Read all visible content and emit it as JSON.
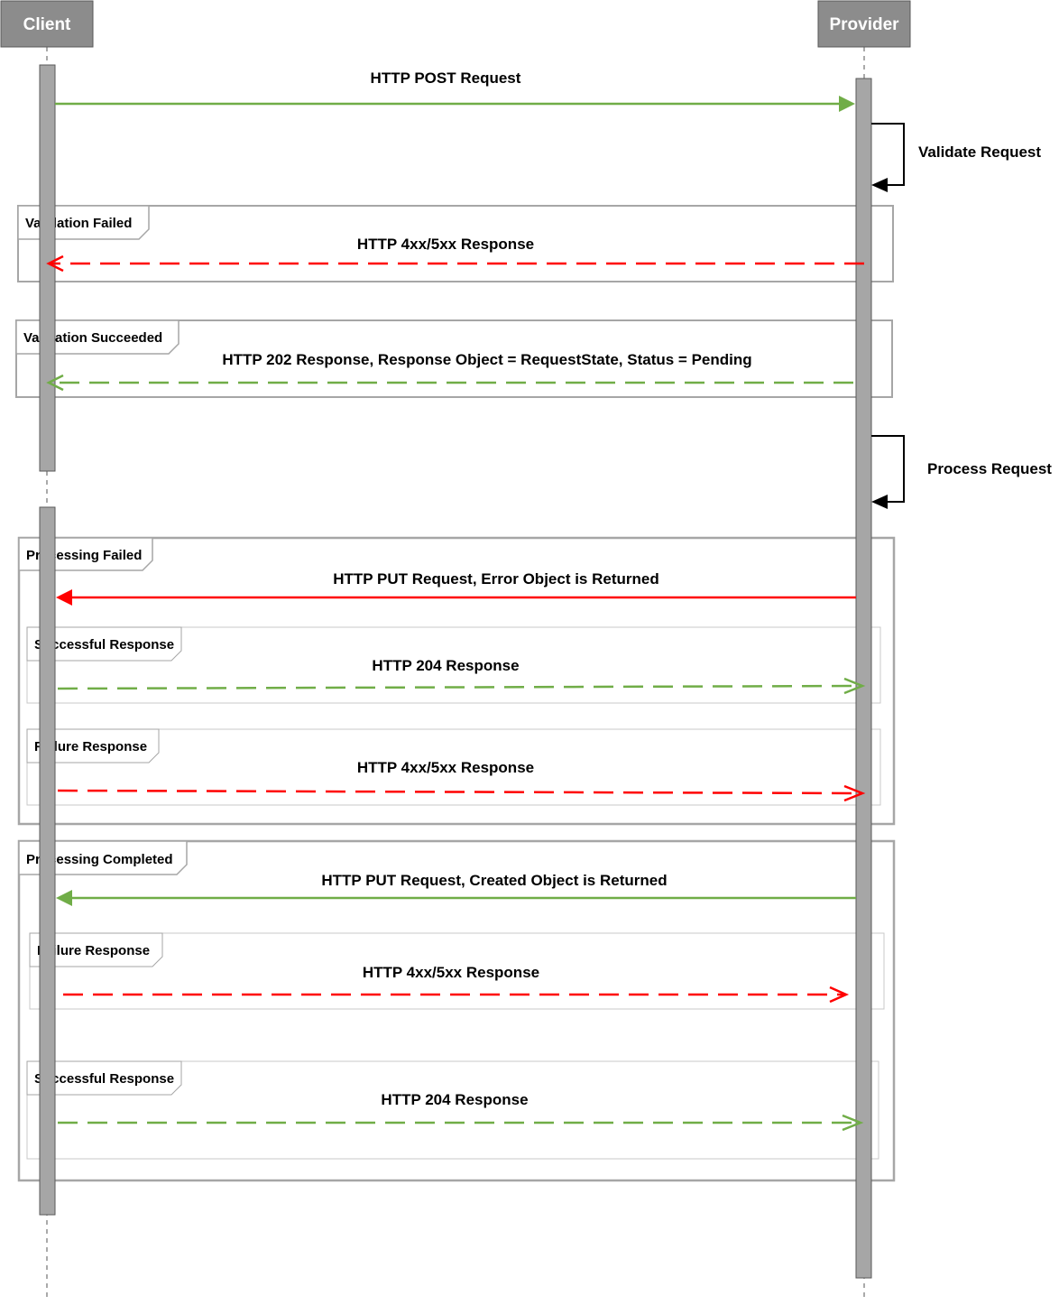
{
  "participants": [
    {
      "name": "Client"
    },
    {
      "name": "Provider"
    }
  ],
  "self_messages": [
    {
      "label": "Validate Request"
    },
    {
      "label": "Process Request"
    }
  ],
  "fragments": [
    {
      "label": "Validation Failed"
    },
    {
      "label": "Validation Succeeded"
    },
    {
      "label": "Processing Failed"
    },
    {
      "label": "Successful Response"
    },
    {
      "label": "Failure Response"
    },
    {
      "label": "Processing Completed"
    },
    {
      "label": "Failure Response"
    },
    {
      "label": "Successful Response"
    }
  ],
  "messages": [
    {
      "label": "HTTP POST Request",
      "from": "Client",
      "to": "Provider",
      "style": "solid",
      "color": "#70ad47"
    },
    {
      "label": "HTTP 4xx/5xx Response",
      "from": "Provider",
      "to": "Client",
      "style": "dashed",
      "color": "#ff0000"
    },
    {
      "label": "HTTP 202 Response, Response Object = RequestState, Status = Pending",
      "from": "Provider",
      "to": "Client",
      "style": "dashed",
      "color": "#70ad47"
    },
    {
      "label": "HTTP PUT Request, Error Object is Returned",
      "from": "Provider",
      "to": "Client",
      "style": "solid",
      "color": "#ff0000"
    },
    {
      "label": "HTTP 204 Response",
      "from": "Client",
      "to": "Provider",
      "style": "dashed",
      "color": "#70ad47"
    },
    {
      "label": "HTTP 4xx/5xx Response",
      "from": "Client",
      "to": "Provider",
      "style": "dashed",
      "color": "#ff0000"
    },
    {
      "label": "HTTP PUT Request, Created Object is Returned",
      "from": "Provider",
      "to": "Client",
      "style": "solid",
      "color": "#70ad47"
    },
    {
      "label": "HTTP 4xx/5xx Response",
      "from": "Client",
      "to": "Provider",
      "style": "dashed",
      "color": "#ff0000"
    },
    {
      "label": "HTTP 204 Response",
      "from": "Client",
      "to": "Provider",
      "style": "dashed",
      "color": "#70ad47"
    }
  ],
  "colors": {
    "participant_fill": "#8c8c8c",
    "activation_fill": "#a6a6a6",
    "fragment_border": "#a6a6a6",
    "success": "#70ad47",
    "error": "#ff0000"
  }
}
